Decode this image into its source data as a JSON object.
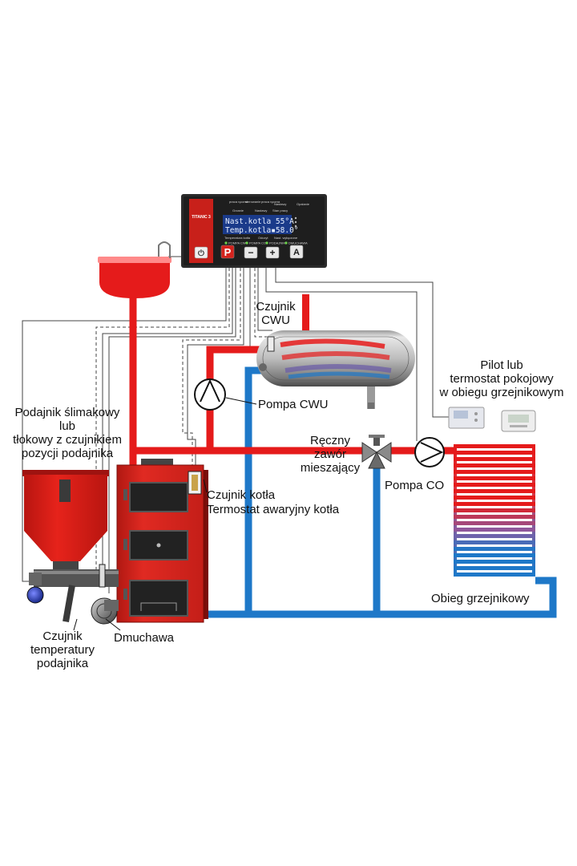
{
  "colors": {
    "supply_pipe": "#e51b1b",
    "return_pipe": "#1e78c8",
    "boiler_body": "#d4231d",
    "controller_panel": "#2b2b2b",
    "lcd_screen": "#1a3a8a",
    "wire": "#444444"
  },
  "controller": {
    "brand": "TITANIC 3",
    "lcd_line1": "Nast.kotla 55°A",
    "lcd_line2": "Temp.kotla▪58.0°",
    "top_labels": [
      "praca ręczna",
      "sterowanie",
      "praca ręczna",
      "Nastawy",
      "Opalanie"
    ],
    "mode_labels": [
      "Grzanie",
      "Nastawy",
      "Stan pracy"
    ],
    "bottom_labels": [
      "Temperatura kotła",
      "Odczyt",
      "Nast. wyłączone"
    ],
    "indicators": [
      "POMPA CWU",
      "POMPA CO",
      "PODAJNIK",
      "DMUCHAWA"
    ],
    "buttons": [
      {
        "name": "power",
        "label": "⏻"
      },
      {
        "name": "p",
        "label": "P"
      },
      {
        "name": "minus",
        "label": "−"
      },
      {
        "name": "plus",
        "label": "+"
      },
      {
        "name": "a",
        "label": "A"
      }
    ]
  },
  "labels": {
    "czujnik_cwu": [
      "Czujnik",
      "CWU"
    ],
    "pompa_cwu": "Pompa CWU",
    "pilot": [
      "Pilot lub",
      "termostat pokojowy",
      "w obiegu grzejnikowym"
    ],
    "podajnik": [
      "Podajnik ślimakowy",
      "lub",
      "tłokowy z czujnikiem",
      "pozycji podajnika"
    ],
    "zawor": [
      "Ręczny",
      "zawór",
      "mieszający"
    ],
    "pompa_co": "Pompa CO",
    "czujnik_kotla": [
      "Czujnik kotła",
      "Termostat awaryjny kotła"
    ],
    "obieg": "Obieg grzejnikowy",
    "czujnik_temp_podajnika": [
      "Czujnik",
      "temperatury",
      "podajnika"
    ],
    "dmuchawa": "Dmuchawa"
  }
}
